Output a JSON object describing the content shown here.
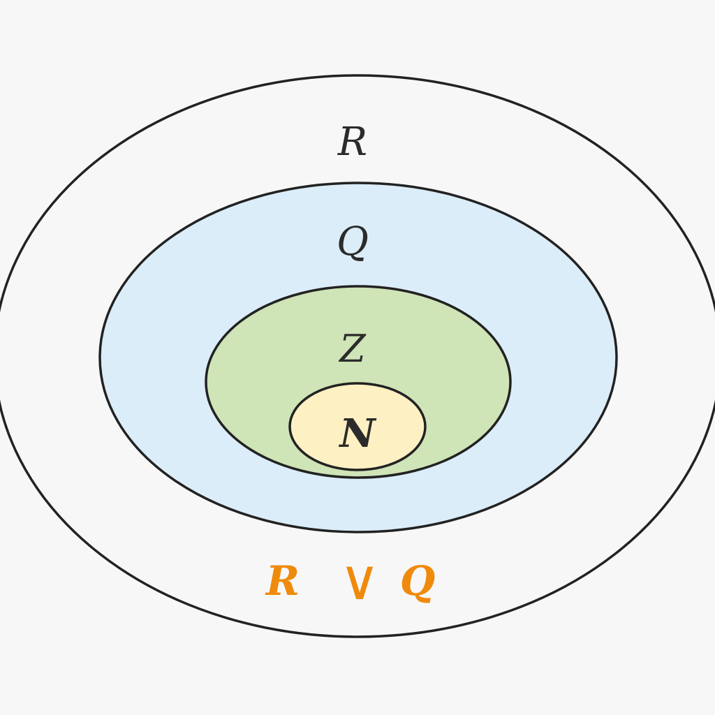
{
  "diagram": {
    "title": "Nested sets",
    "sets": [
      {
        "id": "R",
        "label": "R",
        "fill": "#f7f7f7",
        "contains": "Q"
      },
      {
        "id": "Q",
        "label": "Q",
        "fill": "#dbedf8",
        "contains": "Z"
      },
      {
        "id": "Z",
        "label": "Z",
        "fill": "#cfe4b7",
        "contains": "N"
      },
      {
        "id": "N",
        "label": "N",
        "fill": "#fdf0c2",
        "contains": null
      }
    ],
    "stroke_color": "#222222",
    "annotation": {
      "left": "R",
      "operator": "∨",
      "right": "Q",
      "color": "#ef8a0c"
    }
  }
}
